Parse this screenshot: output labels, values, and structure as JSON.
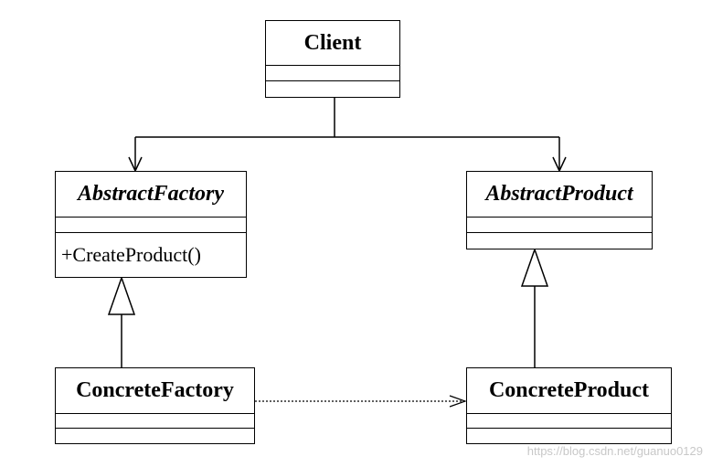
{
  "classes": {
    "client": {
      "name": "Client",
      "abstract": false
    },
    "abstract_factory": {
      "name": "AbstractFactory",
      "abstract": true,
      "operation": "+CreateProduct()"
    },
    "abstract_product": {
      "name": "AbstractProduct",
      "abstract": true
    },
    "concrete_factory": {
      "name": "ConcreteFactory",
      "abstract": false
    },
    "concrete_product": {
      "name": "ConcreteProduct",
      "abstract": false
    }
  },
  "relations": [
    {
      "from": "client",
      "to": "abstract_factory",
      "kind": "association",
      "line": "solid",
      "head": "open-arrow"
    },
    {
      "from": "client",
      "to": "abstract_product",
      "kind": "association",
      "line": "solid",
      "head": "open-arrow"
    },
    {
      "from": "concrete_factory",
      "to": "abstract_factory",
      "kind": "generalization",
      "line": "solid",
      "head": "hollow-triangle"
    },
    {
      "from": "concrete_product",
      "to": "abstract_product",
      "kind": "generalization",
      "line": "solid",
      "head": "hollow-triangle"
    },
    {
      "from": "concrete_factory",
      "to": "concrete_product",
      "kind": "dependency",
      "line": "dotted",
      "head": "open-arrow"
    }
  ],
  "watermark": "https://blog.csdn.net/guanuo0129"
}
